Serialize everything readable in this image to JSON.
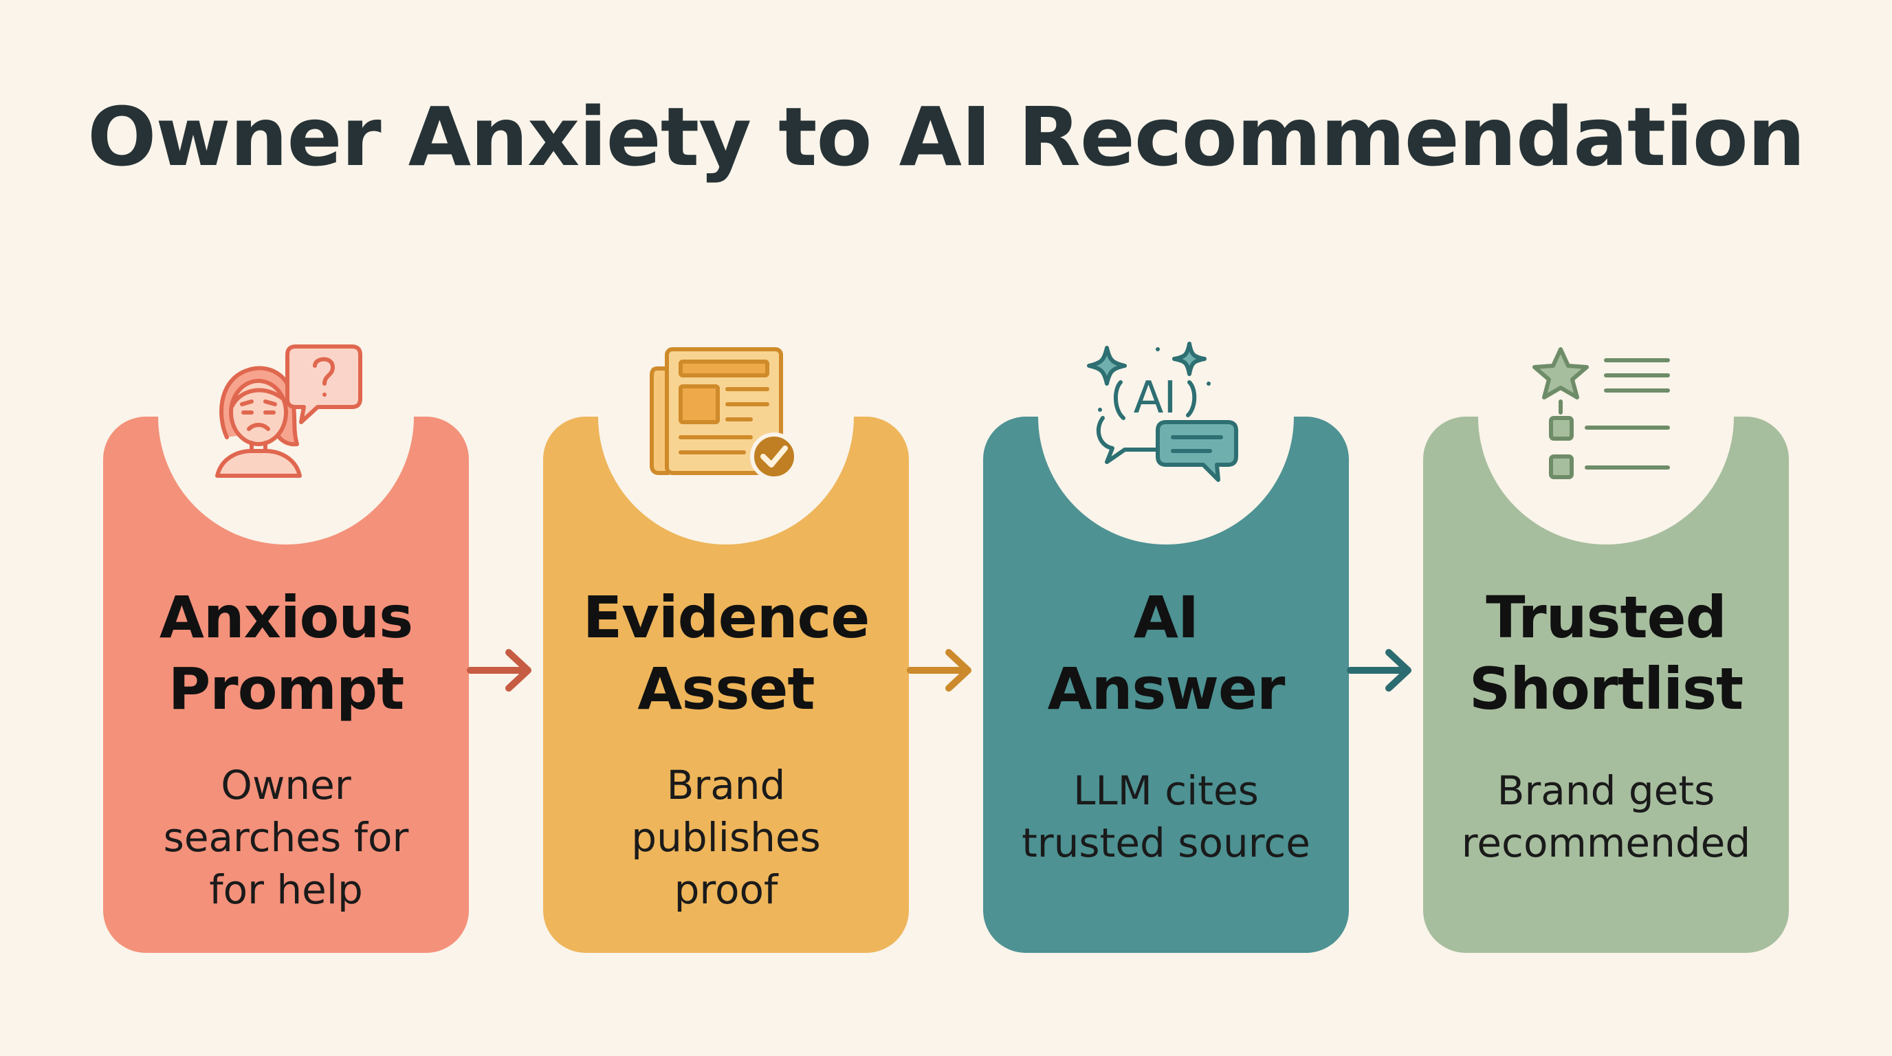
{
  "title": "Owner Anxiety to AI Recommendation",
  "steps": [
    {
      "title_lines": [
        "Anxious",
        "Prompt"
      ],
      "desc_lines": [
        "Owner",
        "searches for",
        "for help"
      ],
      "icon": "worried-person-question-icon",
      "color": "#F4917A",
      "icon_color": "#E0674F"
    },
    {
      "title_lines": [
        "Evidence",
        "Asset"
      ],
      "desc_lines": [
        "Brand",
        "publishes",
        "proof"
      ],
      "icon": "document-check-icon",
      "color": "#EEB55A",
      "icon_color": "#CF8A2A"
    },
    {
      "title_lines": [
        "AI",
        "Answer"
      ],
      "desc_lines": [
        "LLM cites",
        "trusted source"
      ],
      "icon": "ai-chat-sparkle-icon",
      "icon_label": "AI",
      "color": "#4E9293",
      "icon_color": "#2D6F72"
    },
    {
      "title_lines": [
        "Trusted",
        "Shortlist"
      ],
      "desc_lines": [
        "Brand gets",
        "recommended"
      ],
      "icon": "star-checklist-icon",
      "color": "#A7BE9E",
      "icon_color": "#7E9A77"
    }
  ],
  "arrow_colors": [
    "#C65C42",
    "#CC8A2C",
    "#2B6C70"
  ]
}
